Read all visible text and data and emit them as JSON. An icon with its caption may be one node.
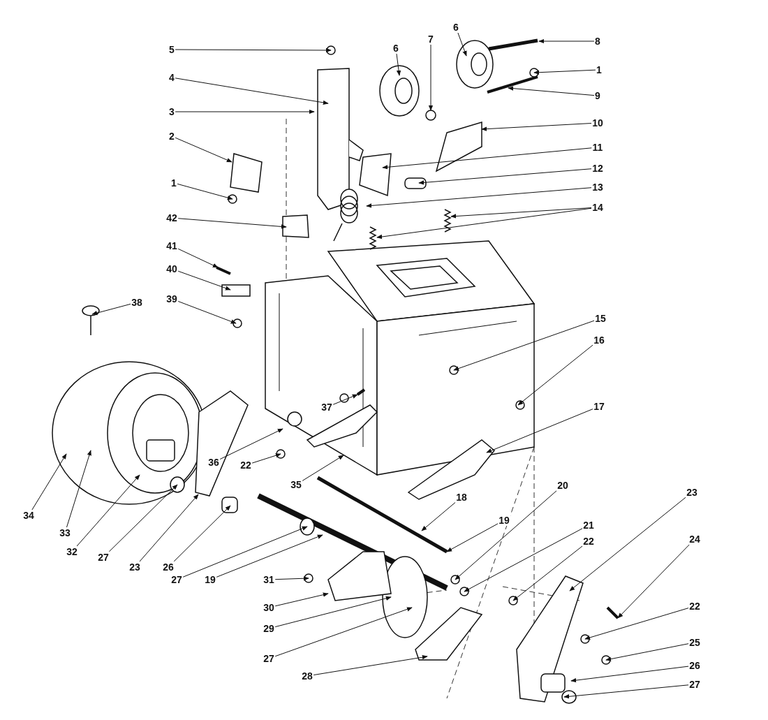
{
  "diagram": {
    "nodes": [
      {
        "text": [
          "5"
        ]
      },
      {
        "text": [
          "4"
        ]
      },
      {
        "text": [
          "3"
        ]
      },
      {
        "text": [
          "2"
        ]
      },
      {
        "text": [
          "1"
        ]
      },
      {
        "text": [
          "42"
        ]
      },
      {
        "text": [
          "41"
        ]
      },
      {
        "text": [
          "40"
        ]
      },
      {
        "text": [
          "39"
        ]
      },
      {
        "text": [
          "38"
        ]
      },
      {
        "text": [
          "6"
        ]
      },
      {
        "text": [
          "7"
        ]
      },
      {
        "text": [
          "6"
        ]
      },
      {
        "text": [
          "8"
        ]
      },
      {
        "text": [
          "1"
        ]
      },
      {
        "text": [
          "9"
        ]
      },
      {
        "text": [
          "10"
        ]
      },
      {
        "text": [
          "11"
        ]
      },
      {
        "text": [
          "12"
        ]
      },
      {
        "text": [
          "13"
        ]
      },
      {
        "text": [
          "14"
        ]
      },
      {
        "text": [
          "15"
        ]
      },
      {
        "text": [
          "16"
        ]
      },
      {
        "text": [
          "17"
        ]
      },
      {
        "text": [
          "18"
        ]
      },
      {
        "text": [
          "19"
        ]
      },
      {
        "text": [
          "20"
        ]
      },
      {
        "text": [
          "21"
        ]
      },
      {
        "text": [
          "22"
        ]
      },
      {
        "text": [
          "23"
        ]
      },
      {
        "text": [
          "24"
        ]
      },
      {
        "text": [
          "22"
        ]
      },
      {
        "text": [
          "25"
        ]
      },
      {
        "text": [
          "26"
        ]
      },
      {
        "text": [
          "27"
        ]
      },
      {
        "text": [
          "28"
        ]
      },
      {
        "text": [
          "27"
        ]
      },
      {
        "text": [
          "29"
        ]
      },
      {
        "text": [
          "30"
        ]
      },
      {
        "text": [
          "31"
        ]
      },
      {
        "text": [
          "19"
        ]
      },
      {
        "text": [
          "27"
        ]
      },
      {
        "text": [
          "26"
        ]
      },
      {
        "text": [
          "23"
        ]
      },
      {
        "text": [
          "27"
        ]
      },
      {
        "text": [
          "32"
        ]
      },
      {
        "text": [
          "33"
        ]
      },
      {
        "text": [
          "34"
        ]
      },
      {
        "text": [
          "35"
        ]
      },
      {
        "text": [
          "36"
        ]
      },
      {
        "text": [
          "22"
        ]
      },
      {
        "text": [
          "37"
        ]
      }
    ],
    "edges": [
      {
        "from": 0,
        "to": null,
        "arrow": "to"
      },
      {
        "from": 1,
        "to": null,
        "arrow": "to"
      },
      {
        "from": 2,
        "to": null,
        "arrow": "to"
      },
      {
        "from": 3,
        "to": null,
        "arrow": "to"
      },
      {
        "from": 4,
        "to": null,
        "arrow": "to"
      },
      {
        "from": 5,
        "to": null,
        "arrow": "to"
      },
      {
        "from": 6,
        "to": null,
        "arrow": "to"
      },
      {
        "from": 7,
        "to": null,
        "arrow": "to"
      },
      {
        "from": 8,
        "to": null,
        "arrow": "to"
      },
      {
        "from": 9,
        "to": null,
        "arrow": "to"
      },
      {
        "from": 10,
        "to": null,
        "arrow": "to"
      },
      {
        "from": 11,
        "to": null,
        "arrow": "to"
      },
      {
        "from": 12,
        "to": null,
        "arrow": "to"
      },
      {
        "from": 13,
        "to": null,
        "arrow": "to"
      },
      {
        "from": 14,
        "to": null,
        "arrow": "to"
      },
      {
        "from": 15,
        "to": null,
        "arrow": "to"
      },
      {
        "from": 16,
        "to": null,
        "arrow": "to"
      },
      {
        "from": 17,
        "to": null,
        "arrow": "to"
      },
      {
        "from": 18,
        "to": null,
        "arrow": "to"
      },
      {
        "from": 19,
        "to": null,
        "arrow": "to"
      },
      {
        "from": 20,
        "to": null,
        "arrow": "to"
      },
      {
        "from": 20,
        "to": null,
        "arrow": "to"
      },
      {
        "from": 21,
        "to": null,
        "arrow": "to"
      },
      {
        "from": 22,
        "to": null,
        "arrow": "to"
      },
      {
        "from": 23,
        "to": null,
        "arrow": "to"
      },
      {
        "from": 24,
        "to": null,
        "arrow": "to"
      },
      {
        "from": 25,
        "to": null,
        "arrow": "to"
      },
      {
        "from": 26,
        "to": null,
        "arrow": "to"
      },
      {
        "from": 27,
        "to": null,
        "arrow": "to"
      },
      {
        "from": 28,
        "to": null,
        "arrow": "to"
      },
      {
        "from": 29,
        "to": null,
        "arrow": "to"
      },
      {
        "from": 30,
        "to": null,
        "arrow": "to"
      },
      {
        "from": 31,
        "to": null,
        "arrow": "to"
      },
      {
        "from": 32,
        "to": null,
        "arrow": "to"
      },
      {
        "from": 33,
        "to": null,
        "arrow": "to"
      },
      {
        "from": 34,
        "to": null,
        "arrow": "to"
      },
      {
        "from": 35,
        "to": null,
        "arrow": "to"
      },
      {
        "from": 36,
        "to": null,
        "arrow": "to"
      },
      {
        "from": 37,
        "to": null,
        "arrow": "to"
      },
      {
        "from": 38,
        "to": null,
        "arrow": "to"
      },
      {
        "from": 39,
        "to": null,
        "arrow": "to"
      },
      {
        "from": 40,
        "to": null,
        "arrow": "to"
      },
      {
        "from": 41,
        "to": null,
        "arrow": "to"
      },
      {
        "from": 42,
        "to": null,
        "arrow": "to"
      },
      {
        "from": 43,
        "to": null,
        "arrow": "to"
      },
      {
        "from": 44,
        "to": null,
        "arrow": "to"
      },
      {
        "from": 45,
        "to": null,
        "arrow": "to"
      },
      {
        "from": 46,
        "to": null,
        "arrow": "to"
      },
      {
        "from": 47,
        "to": null,
        "arrow": "to"
      },
      {
        "from": 48,
        "to": null,
        "arrow": "to"
      },
      {
        "from": 49,
        "to": null,
        "arrow": "to"
      },
      {
        "from": 50,
        "to": null,
        "arrow": "to"
      },
      {
        "from": 51,
        "to": null,
        "arrow": "to"
      }
    ]
  }
}
